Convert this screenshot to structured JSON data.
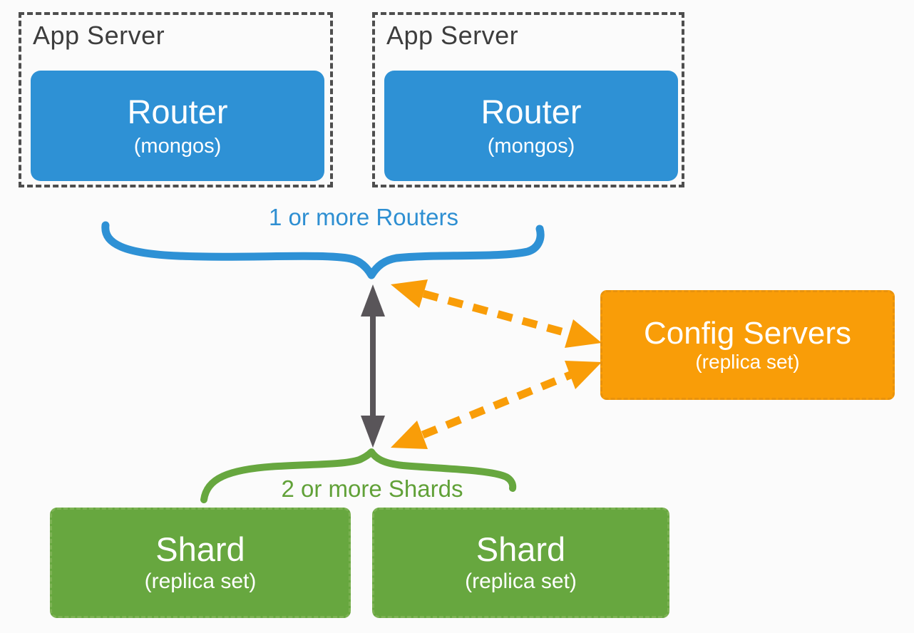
{
  "colors": {
    "router_blue": "#2E91D5",
    "config_orange": "#F99D08",
    "shard_green": "#67A73F",
    "arrow_gray": "#595559",
    "label_dark": "#3D3D3D"
  },
  "app_servers": [
    {
      "label": "App Server",
      "router": {
        "title": "Router",
        "subtitle": "(mongos)"
      }
    },
    {
      "label": "App Server",
      "router": {
        "title": "Router",
        "subtitle": "(mongos)"
      }
    }
  ],
  "routers_brace": {
    "label": "1 or more Routers"
  },
  "config_servers": {
    "title": "Config Servers",
    "subtitle": "(replica set)"
  },
  "shards_brace": {
    "label": "2 or more Shards"
  },
  "shards": [
    {
      "title": "Shard",
      "subtitle": "(replica set)"
    },
    {
      "title": "Shard",
      "subtitle": "(replica set)"
    }
  ]
}
